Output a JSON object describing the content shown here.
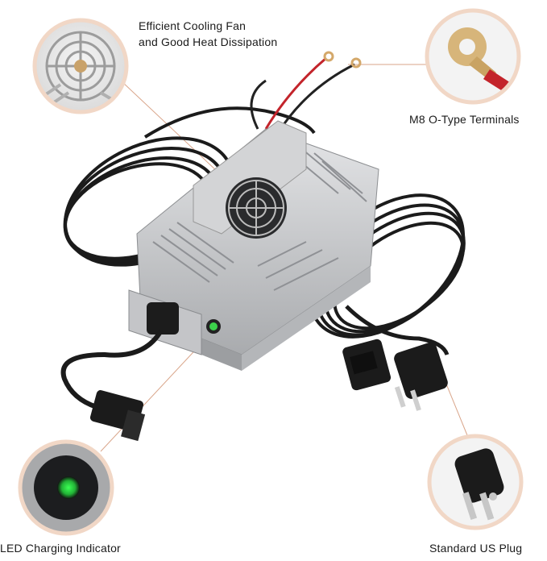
{
  "callouts": {
    "fan": {
      "line1": "Efficient Cooling Fan",
      "line2": "and Good Heat Dissipation"
    },
    "terminals": "M8 O-Type Terminals",
    "led": "LED Charging Indicator",
    "plug": "Standard US Plug"
  },
  "colors": {
    "callout_ring": "#f1d7c6",
    "leader_line": "#d9a58a",
    "aluminum": "#c9cacc",
    "cable": "#1b1b1b",
    "wire_red": "#c3242b",
    "led_green": "#36d14a"
  },
  "icons": [
    "cooling-fan",
    "ring-terminal",
    "led-indicator",
    "us-plug"
  ]
}
